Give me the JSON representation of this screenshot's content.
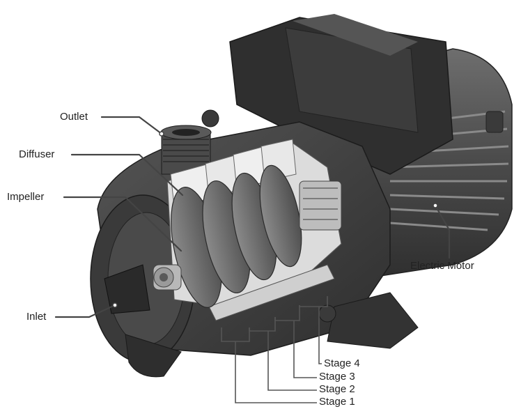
{
  "labels": {
    "outlet": "Outlet",
    "diffuser": "Diffuser",
    "impeller": "Impeller",
    "inlet": "Inlet",
    "electric_motor": "Electric Motor",
    "stage4": "Stage 4",
    "stage3": "Stage 3",
    "stage2": "Stage 2",
    "stage1": "Stage 1"
  },
  "colors": {
    "housing_dark": "#3a3a3a",
    "housing_mid": "#5a5a5a",
    "housing_light": "#7a7a7a",
    "internals_light": "#e6e6e6",
    "impeller_disc": "#6a6a6a"
  }
}
